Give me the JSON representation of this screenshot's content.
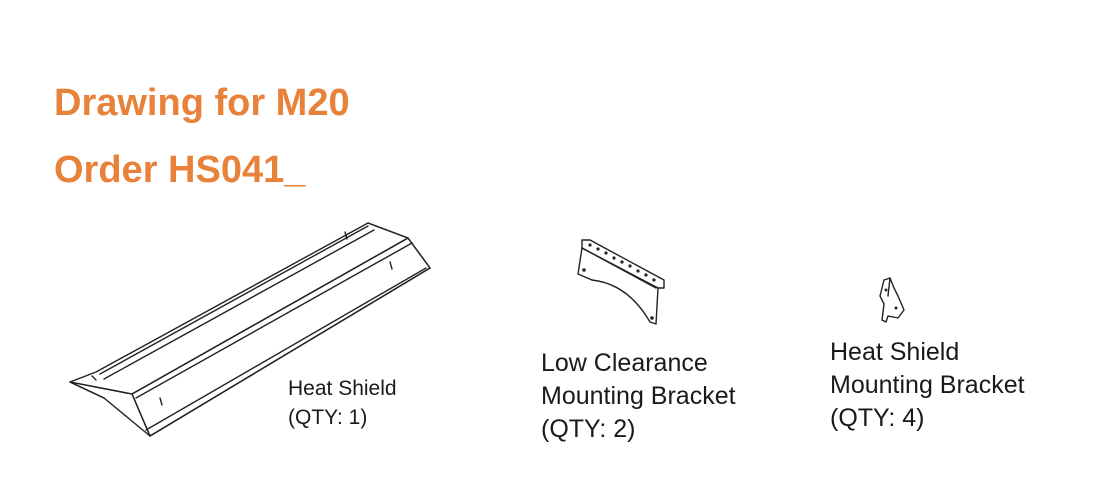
{
  "title": {
    "line1": "Drawing for M20",
    "line2": "Order HS041_"
  },
  "parts": [
    {
      "name_lines": [
        "Heat Shield"
      ],
      "qty": "(QTY:  1)"
    },
    {
      "name_lines": [
        "Low Clearance",
        "Mounting Bracket"
      ],
      "qty": "(QTY:  2)"
    },
    {
      "name_lines": [
        "Heat Shield",
        "Mounting Bracket"
      ],
      "qty": "(QTY:  4)"
    }
  ],
  "colors": {
    "title": "#e8823a",
    "text": "#1a1a1a",
    "line_art": "#222222"
  }
}
